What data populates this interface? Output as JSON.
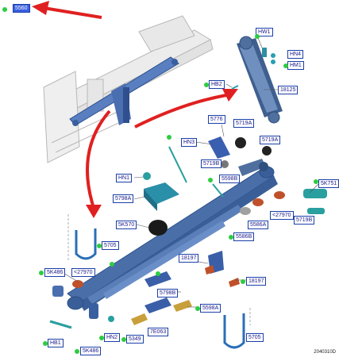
{
  "legend": {
    "label": "5560",
    "marker_color": "#2ecc40"
  },
  "arrow_color": "#e02020",
  "marker_color": "#2ecc40",
  "labels": {
    "HW1": "HW1",
    "HN4": "HN4",
    "HM1": "HM1",
    "HB2": "HB2",
    "n18125": "18125",
    "n5776": "5776",
    "n5719A_1": "5719A",
    "HN3": "HN3",
    "n5719A_2": "5719A",
    "n5719B_1": "5719B",
    "n5598B": "5598B",
    "HN1": "HN1",
    "n5798A": "5798A",
    "n5K751": "5K751",
    "n27970_r": "<27970",
    "n5719B_2": "5719B",
    "n5586A": "5586A",
    "n5K570": "5K570",
    "n5586B": "5586B",
    "n5705_l": "5705",
    "n18197_1": "18197",
    "n5K486_t": "5K486",
    "n27970_l": "<27970",
    "n18197_2": "18197",
    "n5798B": "5798B",
    "n5598A": "5598A",
    "n7E063": "7E063",
    "HB1": "HB1",
    "HN2": "HN2",
    "n5349": "5349",
    "n5705_r": "5705",
    "n5K486_b": "5K486"
  },
  "drawing_code": "2040310D"
}
